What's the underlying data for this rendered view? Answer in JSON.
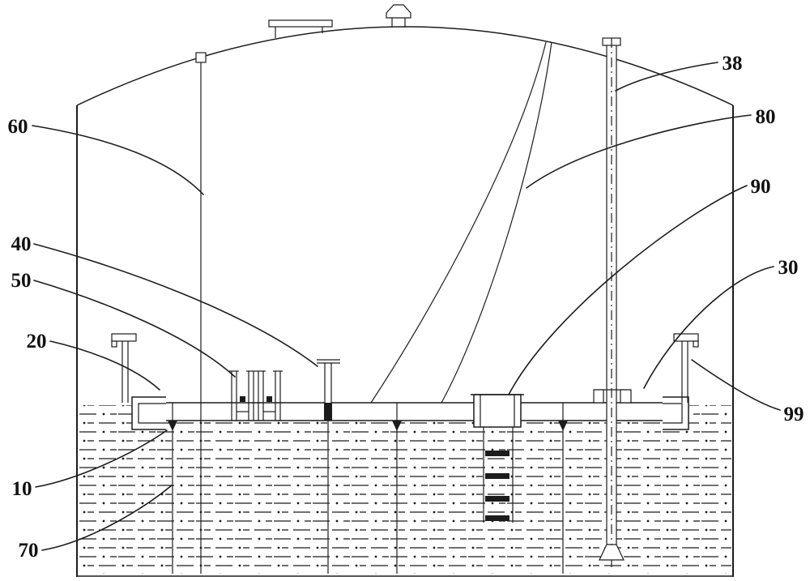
{
  "diagram": {
    "labels": [
      {
        "text": "60"
      },
      {
        "text": "40"
      },
      {
        "text": "50"
      },
      {
        "text": "20"
      },
      {
        "text": "10"
      },
      {
        "text": "70"
      },
      {
        "text": "38"
      },
      {
        "text": "80"
      },
      {
        "text": "90"
      },
      {
        "text": "30"
      },
      {
        "text": "99"
      }
    ]
  },
  "colors": {
    "line": "#1c1c1c",
    "background": "#ffffff",
    "label_text": "#111111"
  }
}
